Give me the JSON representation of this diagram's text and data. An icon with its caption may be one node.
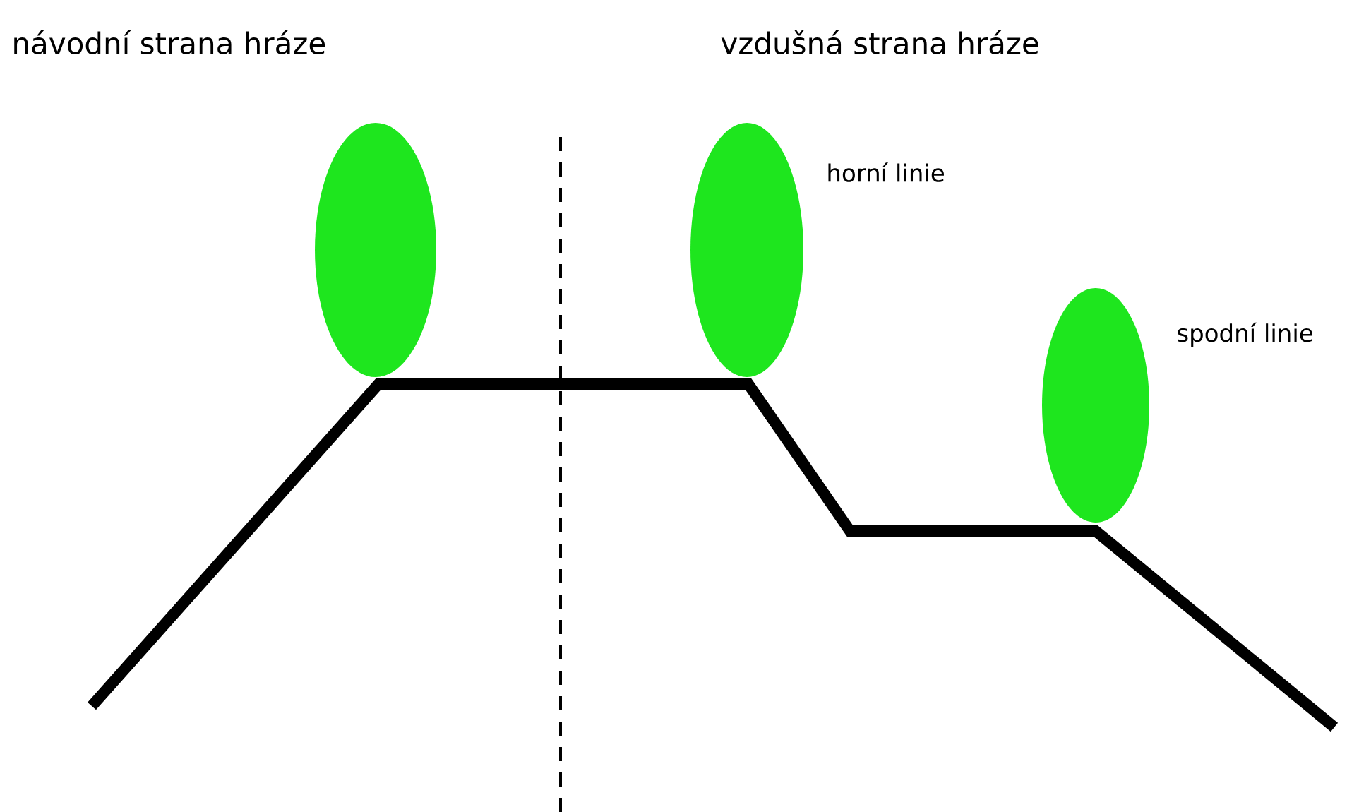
{
  "diagram": {
    "nodes": [
      {
        "text": [],
        "shape": "ellipse"
      },
      {
        "text": [],
        "shape": "ellipse",
        "beside": [
          "horní linie"
        ]
      },
      {
        "text": [],
        "shape": "ellipse",
        "beside": [
          "spodní linie"
        ]
      }
    ],
    "labels": [
      "návodní strana hráze",
      "vzdušná strana hráze"
    ]
  }
}
